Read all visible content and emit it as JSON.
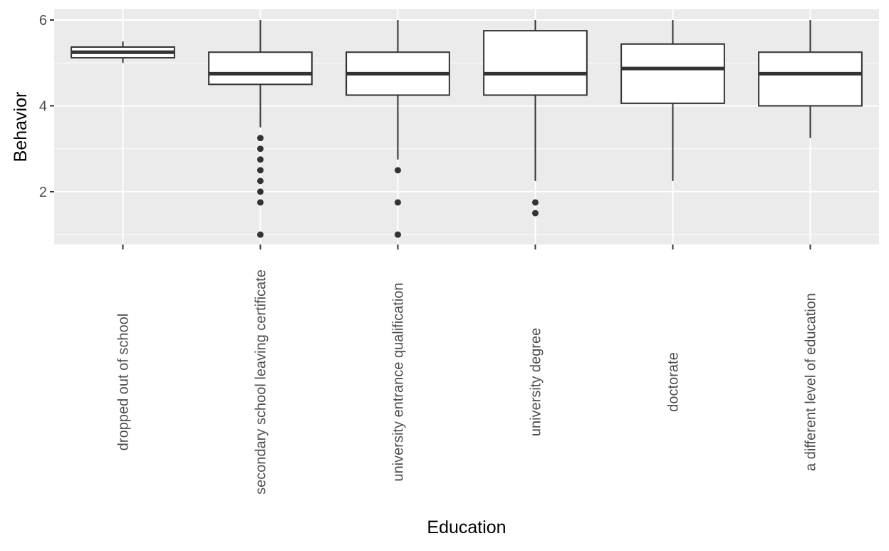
{
  "chart_data": {
    "type": "boxplot",
    "xlabel": "Education",
    "ylabel": "Behavior",
    "ylim": [
      0.77,
      6.25
    ],
    "yticks": [
      2,
      4,
      6
    ],
    "yticklabels": [
      "2",
      "4",
      "6"
    ],
    "grid": true,
    "panel_background": "#ebebeb",
    "grid_color": "#ffffff",
    "box_fill": "#ffffff",
    "box_stroke": "#333333",
    "outlier_color": "#333333",
    "x_tick_label_rotation": "vertical",
    "categories": [
      "dropped out of school",
      "secondary school leaving certificate",
      "university entrance qualification",
      "university degree",
      "doctorate",
      "a different level of education"
    ],
    "boxes": [
      {
        "category": "dropped out of school",
        "whisker_low": 5.0,
        "q1": 5.12,
        "median": 5.25,
        "q3": 5.37,
        "whisker_high": 5.5,
        "outliers": []
      },
      {
        "category": "secondary school leaving certificate",
        "whisker_low": 3.5,
        "q1": 4.5,
        "median": 4.75,
        "q3": 5.25,
        "whisker_high": 6.0,
        "outliers": [
          3.25,
          3.0,
          2.75,
          2.5,
          2.25,
          2.0,
          1.75,
          1.0
        ]
      },
      {
        "category": "university entrance qualification",
        "whisker_low": 2.75,
        "q1": 4.25,
        "median": 4.75,
        "q3": 5.25,
        "whisker_high": 6.0,
        "outliers": [
          2.5,
          1.75,
          1.0
        ]
      },
      {
        "category": "university degree",
        "whisker_low": 2.25,
        "q1": 4.25,
        "median": 4.75,
        "q3": 5.75,
        "whisker_high": 6.0,
        "outliers": [
          1.75,
          1.5
        ]
      },
      {
        "category": "doctorate",
        "whisker_low": 2.25,
        "q1": 4.06,
        "median": 4.87,
        "q3": 5.44,
        "whisker_high": 6.0,
        "outliers": []
      },
      {
        "category": "a different level of education",
        "whisker_low": 3.25,
        "q1": 4.0,
        "median": 4.75,
        "q3": 5.25,
        "whisker_high": 6.0,
        "outliers": []
      }
    ]
  }
}
